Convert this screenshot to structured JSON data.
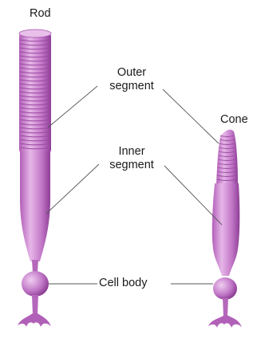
{
  "labels": {
    "rod": "Rod",
    "cone": "Cone",
    "outer_segment_line1": "Outer",
    "outer_segment_line2": "segment",
    "inner_segment_line1": "Inner",
    "inner_segment_line2": "segment",
    "cell_body": "Cell body"
  },
  "colors": {
    "cell_light": "#e3b0e6",
    "cell_mid": "#c06cc6",
    "cell_dark": "#8a3a92",
    "leader_line": "#555555"
  }
}
